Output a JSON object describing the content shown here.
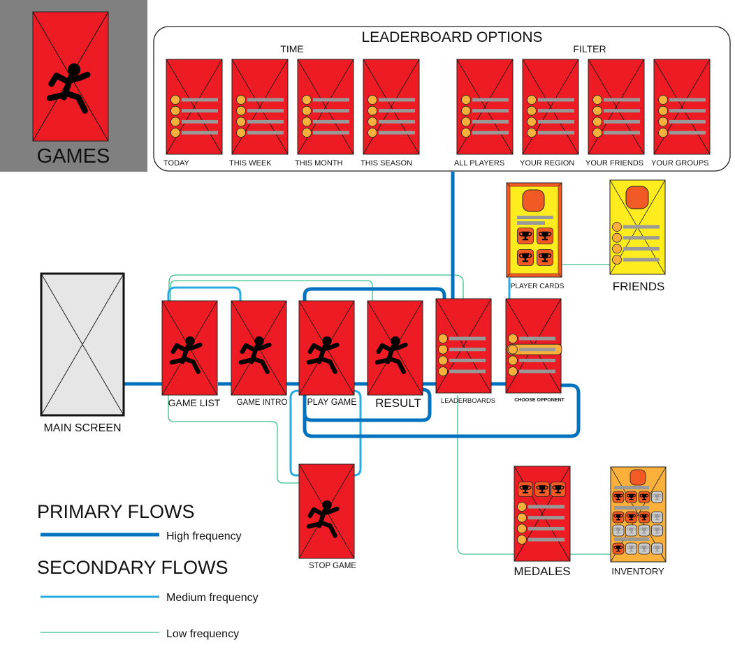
{
  "diagram": {
    "games_panel": {
      "label": "GAMES",
      "background": "#808080"
    },
    "leaderboard_options": {
      "title": "LEADERBOARD OPTIONS",
      "time_group": {
        "label": "TIME",
        "items": [
          "TODAY",
          "THIS WEEK",
          "THIS MONTH",
          "THIS SEASON"
        ]
      },
      "filter_group": {
        "label": "FILTER",
        "items": [
          "ALL PLAYERS",
          "YOUR REGION",
          "YOUR FRIENDS",
          "YOUR GROUPS"
        ]
      }
    },
    "screens": {
      "main_screen": "MAIN SCREEN",
      "game_list": "GAME LIST",
      "game_intro": "GAME INTRO",
      "play_game": "PLAY GAME",
      "result": "RESULT",
      "leaderboards": "LEADERBOARDS",
      "choose_opponent": "CHOOSE OPPONENT",
      "player_cards": "PLAYER CARDS",
      "friends": "FRIENDS",
      "stop_game": "STOP GAME",
      "medales": "MEDALES",
      "inventory": "INVENTORY"
    },
    "legend": {
      "primary_title": "PRIMARY FLOWS",
      "high": "High frequency",
      "secondary_title": "SECONDARY FLOWS",
      "medium": "Medium frequency",
      "low": "Low frequency"
    },
    "inventory_trophies": {
      "row1_earned": 3,
      "row1_total": 4,
      "row2_earned": 3,
      "row2_total": 4,
      "row3_earned": 0,
      "row3_total": 4,
      "row4_earned": 1,
      "row4_total": 4
    },
    "colors": {
      "screen_red": "#ED1C24",
      "card_yellow": "#FFEC1F",
      "inventory_orange": "#FBB03B",
      "accent_orange": "#F15A24",
      "dot_orange": "#FBB03B",
      "text_bar_gray": "#999999",
      "placeholder_gray": "#E6E6E6",
      "trophy_gray": "#CCCCCC",
      "flow_high": "#0071BC",
      "flow_medium": "#29ABE2",
      "flow_low": "#3FBF8A"
    }
  }
}
